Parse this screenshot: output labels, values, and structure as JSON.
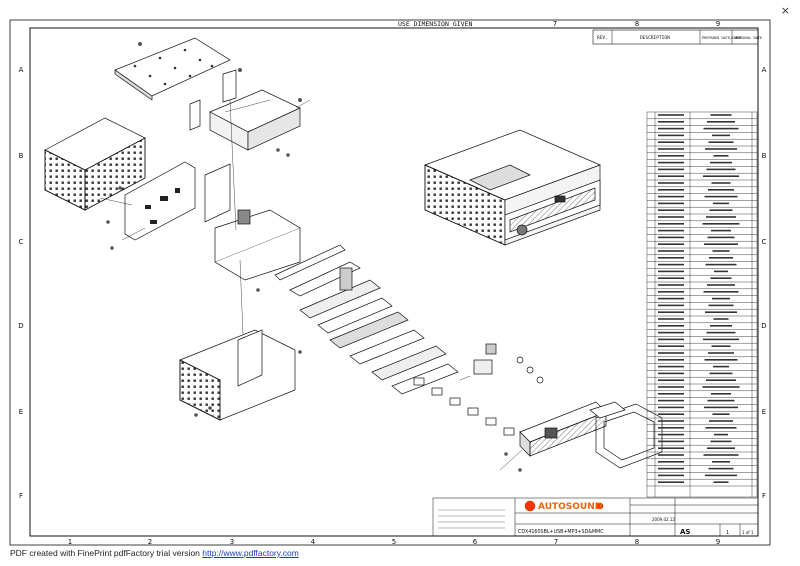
{
  "sheet": {
    "header_note": "USE DIMENSION GIVEN",
    "revision_header": {
      "rev": "REV.",
      "description": "DESCRIPTION",
      "prepared": "PREPARED DATE/CHKD",
      "approval": "APPROVAL DATE"
    },
    "column_labels": [
      "1",
      "2",
      "3",
      "4",
      "5",
      "6",
      "7",
      "8",
      "9"
    ],
    "top_column_labels": [
      "7",
      "8",
      "9"
    ],
    "row_labels": [
      "A",
      "B",
      "C",
      "D",
      "E",
      "F"
    ]
  },
  "title_block": {
    "brand": "AUTOSOUND",
    "model": "CDX4160SBL+USB+MP3+SD&MMC",
    "code": "AS",
    "date": "2009.02.12",
    "scale": "1",
    "sheet": "1 of 1"
  },
  "footer": {
    "text": "PDF created with FinePrint pdfFactory trial version ",
    "link": "http://www.pdffactory.com"
  },
  "close_glyph": "×"
}
